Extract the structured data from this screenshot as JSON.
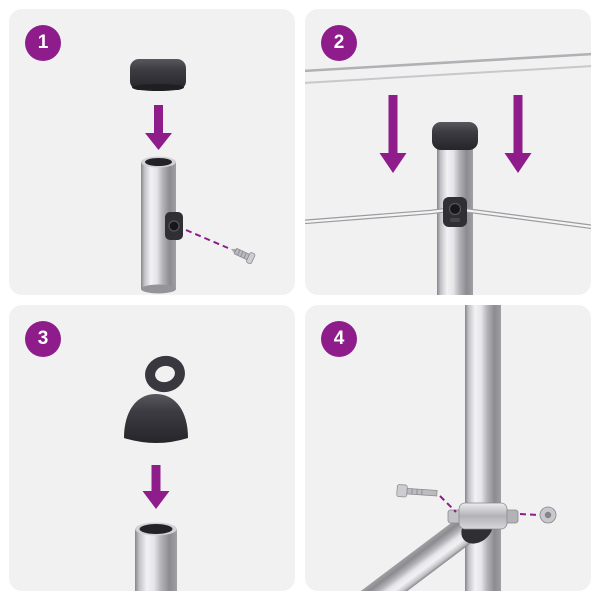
{
  "page": {
    "kind": "assembly-instruction-sheet"
  },
  "colors": {
    "accent": "#8E1C8A",
    "panel_background": "#F1F1F2",
    "page_background": "#FFFFFF",
    "cap_dark": "#3A3A40",
    "metal_mid": "#B4B4B8"
  },
  "steps": [
    {
      "number": "1"
    },
    {
      "number": "2"
    },
    {
      "number": "3"
    },
    {
      "number": "4"
    }
  ],
  "illustrations": {
    "step1": [
      "pole-cap-icon",
      "arrow-down-icon",
      "pole-icon",
      "wire-clamp-icon",
      "screw-icon"
    ],
    "step2": [
      "wire-top-icon",
      "arrow-down-icon",
      "pole-icon",
      "wire-clamp-icon",
      "wire-lower-icon"
    ],
    "step3": [
      "eyelet-cap-icon",
      "arrow-down-icon",
      "pole-icon"
    ],
    "step4": [
      "pole-icon",
      "brace-pole-icon",
      "brace-clamp-icon",
      "bolt-icon",
      "screw-head-icon"
    ]
  }
}
